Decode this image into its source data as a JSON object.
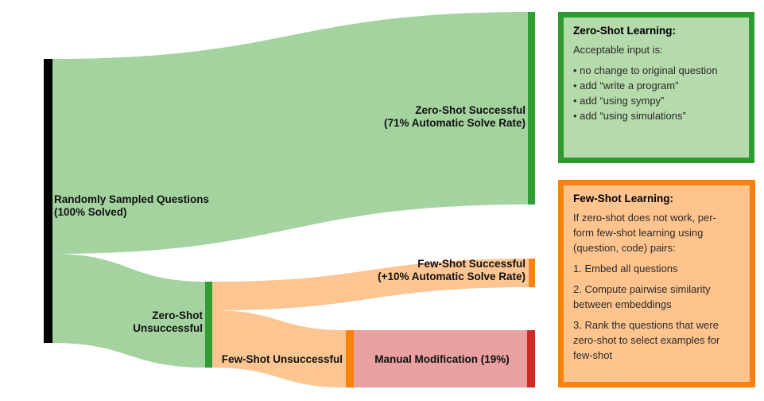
{
  "colors": {
    "flow_green": "#a4d3a0",
    "node_green": "#2f9e33",
    "flow_orange": "#fcc592",
    "node_orange": "#f9820f",
    "flow_pink": "#e8a0a1",
    "node_red": "#cd2a28",
    "node_black": "#000000",
    "box_green_fill": "#b5daab",
    "box_green_border": "#2e9b31",
    "box_orange_fill": "#ffc48e",
    "box_orange_border": "#f9820f"
  },
  "sankey": {
    "labels": {
      "source": "Randomly Sampled Questions\n(100% Solved)",
      "zero_shot_successful": "Zero-Shot Successful\n(71% Automatic Solve Rate)",
      "zero_shot_unsuccessful": "Zero-Shot\nUnsuccessful",
      "few_shot_successful": "Few-Shot Successful\n(+10% Automatic Solve Rate)",
      "few_shot_unsuccessful": "Few-Shot Unsuccessful",
      "manual_modification": "Manual Modification (19%)"
    }
  },
  "chart_data": {
    "type": "sankey",
    "nodes": [
      {
        "id": "randomly_sampled",
        "label": "Randomly Sampled Questions (100% Solved)",
        "value_pct": 100
      },
      {
        "id": "zero_shot_successful",
        "label": "Zero-Shot Successful (71% Automatic Solve Rate)",
        "value_pct": 71
      },
      {
        "id": "zero_shot_unsuccessful",
        "label": "Zero-Shot Unsuccessful",
        "value_pct": 29
      },
      {
        "id": "few_shot_successful",
        "label": "Few-Shot Successful (+10% Automatic Solve Rate)",
        "value_pct": 10
      },
      {
        "id": "few_shot_unsuccessful",
        "label": "Few-Shot Unsuccessful",
        "value_pct": 19
      },
      {
        "id": "manual_modification",
        "label": "Manual Modification (19%)",
        "value_pct": 19
      }
    ],
    "links": [
      {
        "source": "randomly_sampled",
        "target": "zero_shot_successful",
        "value_pct": 71
      },
      {
        "source": "randomly_sampled",
        "target": "zero_shot_unsuccessful",
        "value_pct": 29
      },
      {
        "source": "zero_shot_unsuccessful",
        "target": "few_shot_successful",
        "value_pct": 10
      },
      {
        "source": "zero_shot_unsuccessful",
        "target": "few_shot_unsuccessful",
        "value_pct": 19
      },
      {
        "source": "few_shot_unsuccessful",
        "target": "manual_modification",
        "value_pct": 19
      }
    ]
  },
  "zero_shot_box": {
    "title": "Zero-Shot Learning:",
    "intro": "Acceptable input is:",
    "bullets": "• no change to original question\n• add “write a program”\n• add “using sympy”\n• add “using simulations”"
  },
  "few_shot_box": {
    "title": "Few-Shot Learning:",
    "p1": "If zero-shot does not work, per-\nform few-shot learning using\n(question, code) pairs:",
    "p2": "1. Embed all questions",
    "p3": "2. Compute pairwise similarity\nbetween embeddings",
    "p4": "3. Rank the questions that were\nzero-shot to select examples for\nfew-shot"
  }
}
